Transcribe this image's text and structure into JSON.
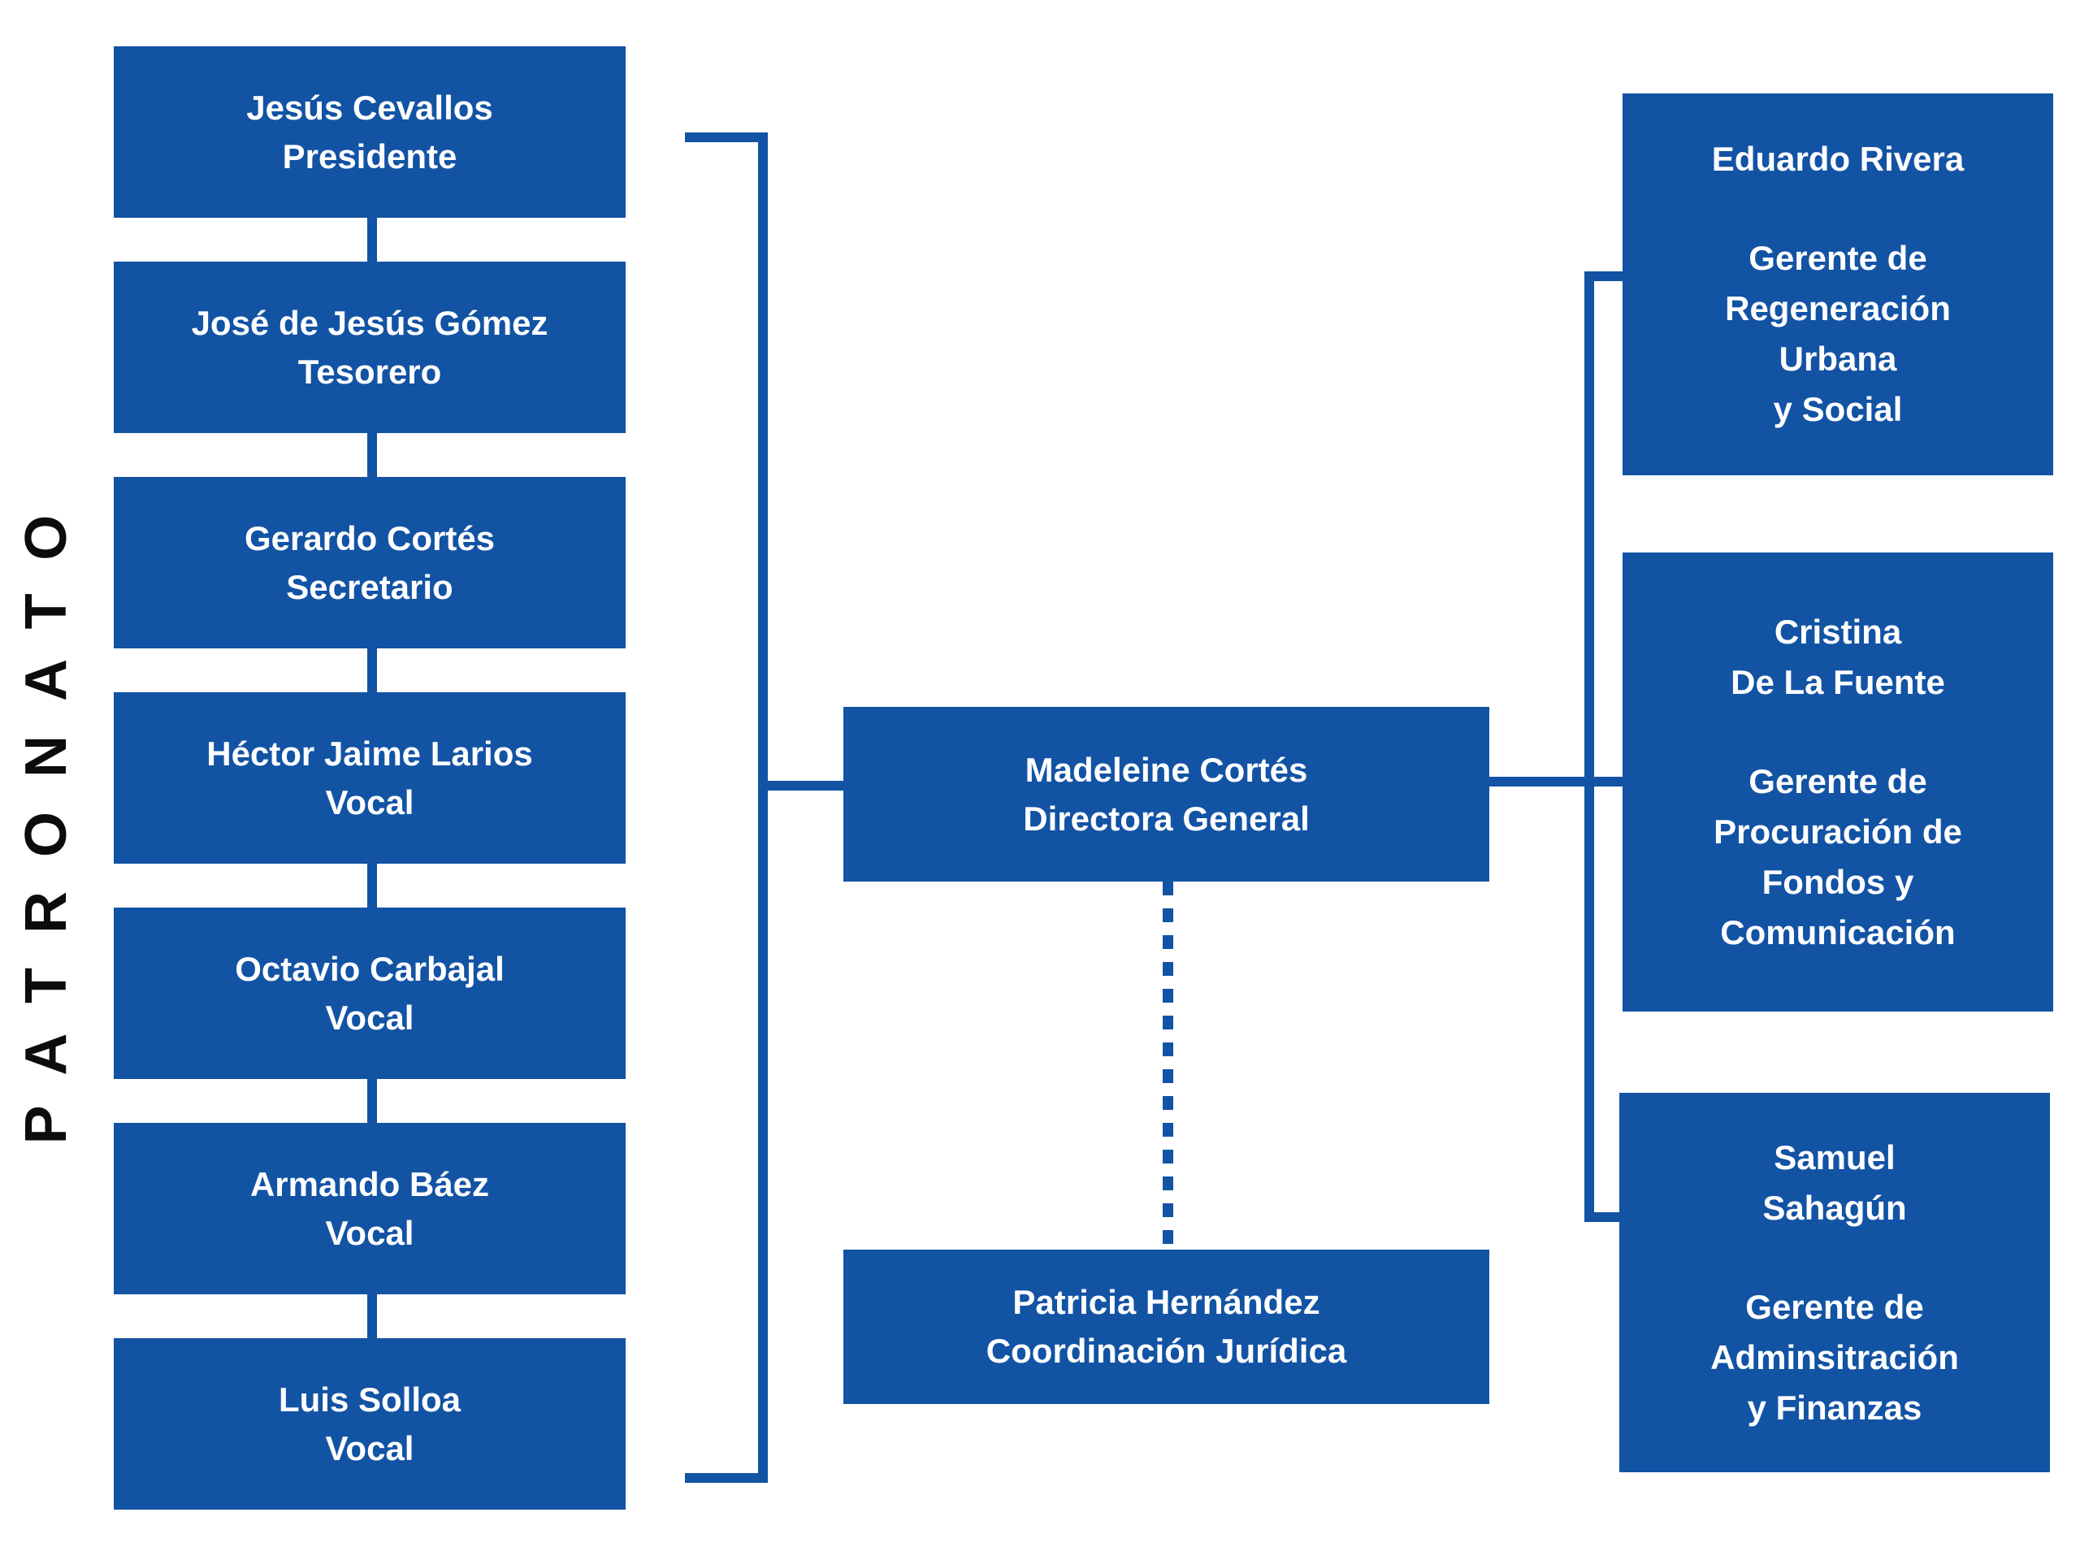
{
  "colors": {
    "primary_blue": "#1253a4",
    "text_on_blue": "#ffffff",
    "side_label_black": "#0c0c0c"
  },
  "side_label": "PATRONATO",
  "patronato_members": [
    {
      "name": "Jesús Cevallos",
      "role": "Presidente"
    },
    {
      "name": "José de Jesús Gómez",
      "role": "Tesorero"
    },
    {
      "name": "Gerardo Cortés",
      "role": "Secretario"
    },
    {
      "name": "Héctor Jaime Larios",
      "role": "Vocal"
    },
    {
      "name": "Octavio Carbajal",
      "role": "Vocal"
    },
    {
      "name": "Armando Báez",
      "role": "Vocal"
    },
    {
      "name": "Luis Solloa",
      "role": "Vocal"
    }
  ],
  "direction": {
    "director": {
      "name": "Madeleine Cortés",
      "role": "Directora General"
    },
    "legal": {
      "name": "Patricia Hernández",
      "role": "Coordinación Jurídica"
    }
  },
  "management": [
    {
      "name": "Eduardo Rivera",
      "role": "Gerente de\nRegeneración\nUrbana\ny Social"
    },
    {
      "name": "Cristina\nDe La Fuente",
      "role": "Gerente de\nProcuración de\nFondos y\nComunicación"
    },
    {
      "name": "Samuel\nSahagún",
      "role": "Gerente de\nAdminsitración\ny Finanzas"
    }
  ]
}
